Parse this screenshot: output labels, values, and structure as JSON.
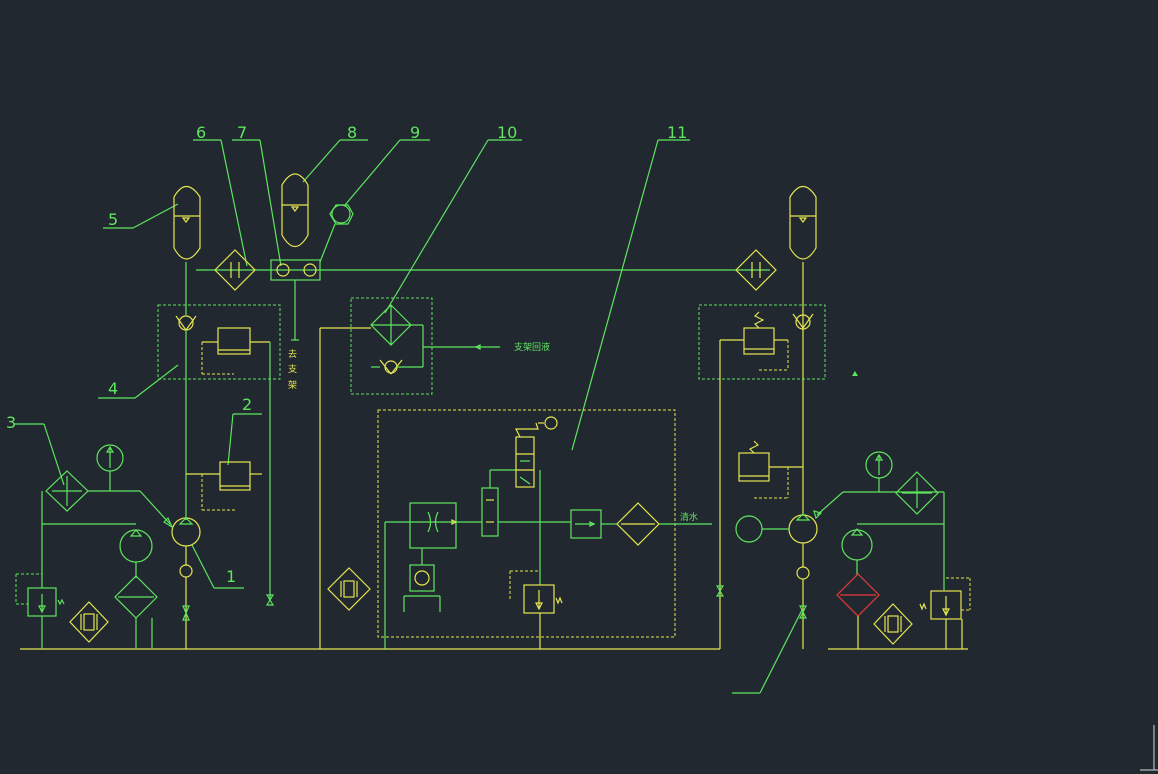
{
  "diagram": {
    "callouts": [
      "1",
      "2",
      "3",
      "4",
      "5",
      "6",
      "7",
      "8",
      "9",
      "10",
      "11"
    ],
    "texts": {
      "to_support_chars": [
        "去",
        "支",
        "架"
      ],
      "support_return": "支架回液",
      "water_in": "清水"
    }
  },
  "colors": {
    "background": "#212830",
    "yellow_lines": "#e6e650",
    "green_lines": "#5ee65e",
    "red_highlight": "#e83a3a"
  }
}
